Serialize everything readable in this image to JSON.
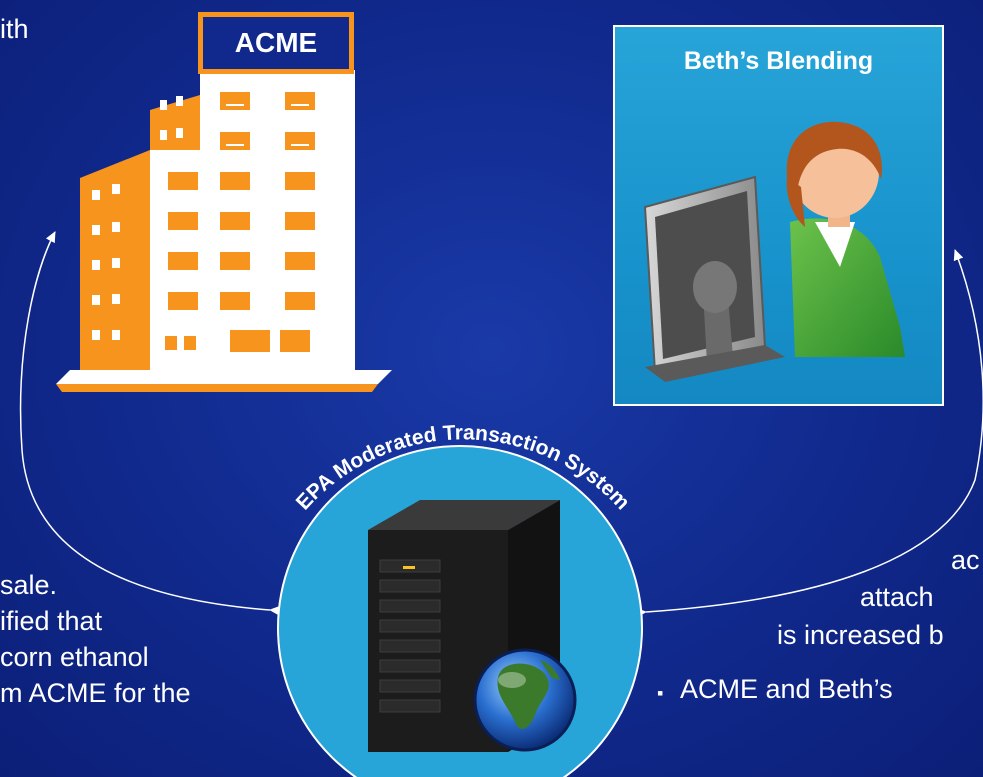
{
  "nodes": {
    "acme_label": "ACME",
    "beth_label": "Beth’s Blending",
    "epa_system_label": "EPA Moderated Transaction System"
  },
  "text_fragments": {
    "top_left": "ith",
    "left_1": "sale.",
    "left_2": "ified that",
    "left_3": "corn ethanol",
    "left_4": "m ACME for the",
    "right_1": "ac",
    "right_2": "attach",
    "right_3": "is increased b",
    "right_bullet_marker": "▪",
    "right_4": "ACME and Beth’s"
  },
  "colors": {
    "background": "#10298c",
    "building_orange": "#f7941d",
    "building_white": "#ffffff",
    "panel_blue": "#1a97d0",
    "circle_blue": "#27a4d8",
    "person_green": "#3aa636",
    "server_dark": "#1c1c1c"
  }
}
